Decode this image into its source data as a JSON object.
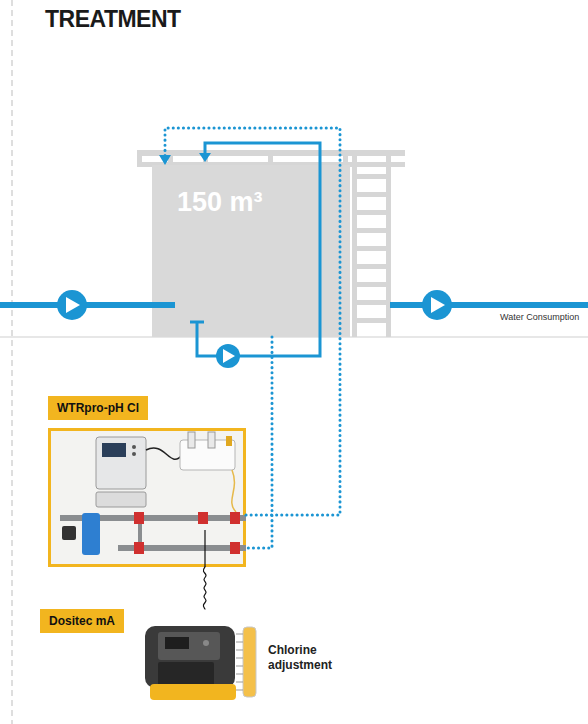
{
  "diagram": {
    "title": "TREATMENT",
    "nodes": [
      {
        "text": [
          "150 m³"
        ]
      },
      {
        "text": [
          "WTRpro-pH Cl"
        ]
      },
      {
        "text": [
          "Dositec mA"
        ]
      }
    ],
    "edges": [
      {
        "from": 1,
        "to": 0,
        "arrow": "to"
      },
      {
        "from": 0,
        "to": 1,
        "arrow": "none"
      },
      {
        "from": 1,
        "to": 2,
        "arrow": "none"
      }
    ],
    "labels": [
      "Water Consumption",
      "Chlorine adjustment"
    ]
  }
}
